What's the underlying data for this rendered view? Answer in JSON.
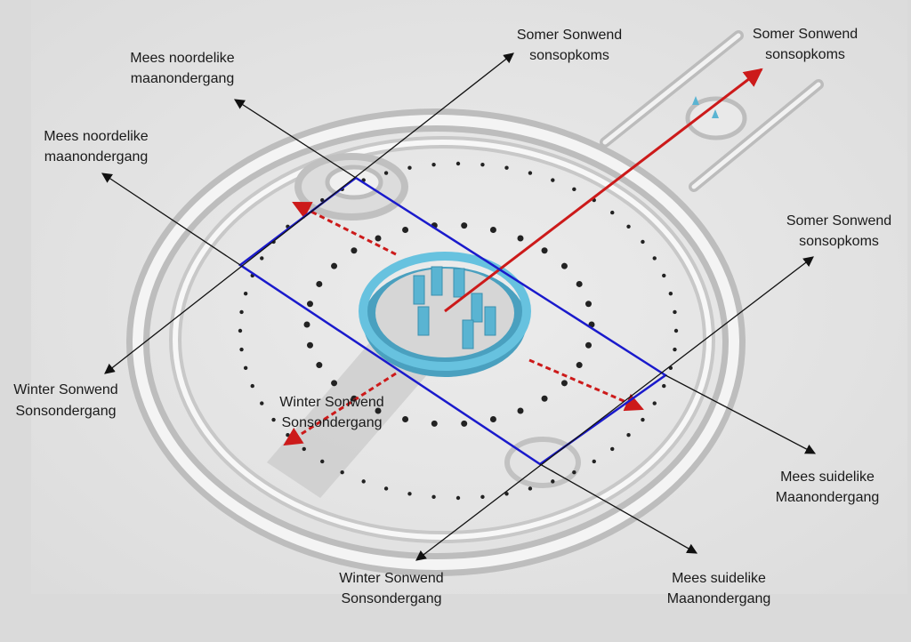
{
  "colors": {
    "background": "#e3e3e3",
    "rectangle": "#1a1acc",
    "sun_axis": "#cc1a1a",
    "stones": "#5ab4d2",
    "pointer_lines": "#111111"
  },
  "labels": {
    "summer_top": {
      "line1": "Somer Sonwend",
      "line2": "sonsopkoms"
    },
    "summer_top_right": {
      "line1": "Somer Sonwend",
      "line2": "sonsopkoms"
    },
    "summer_right": {
      "line1": "Somer Sonwend",
      "line2": "sonsopkoms"
    },
    "moon_north_top": {
      "line1": "Mees noordelike",
      "line2": "maanondergang"
    },
    "moon_north_left": {
      "line1": "Mees noordelike",
      "line2": "maanondergang"
    },
    "winter_left": {
      "line1": "Winter Sonwend",
      "line2": "Sonsondergang"
    },
    "winter_center": {
      "line1": "Winter Sonwend",
      "line2": "Sonsondergang"
    },
    "winter_bottom": {
      "line1": "Winter Sonwend",
      "line2": "Sonsondergang"
    },
    "moon_south_right": {
      "line1": "Mees suidelike",
      "line2": "Maanondergang"
    },
    "moon_south_bottom": {
      "line1": "Mees suidelike",
      "line2": "Maanondergang"
    }
  }
}
